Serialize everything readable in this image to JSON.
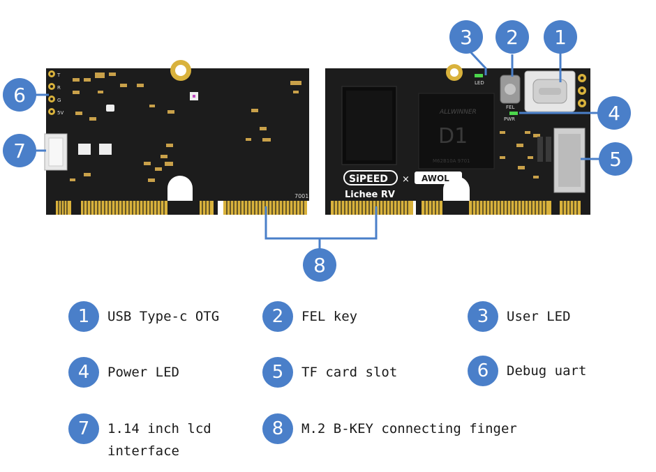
{
  "board": {
    "silkscreen": {
      "left_code": "7001",
      "brand_sipeed": "SiPEED",
      "cross": "×",
      "brand_awol": "AWOL",
      "product": "Lichee RV",
      "chip_brand": "ALLWINNER",
      "chip_model": "D1",
      "chip_code": "M62B10A   9701",
      "led": "LED",
      "fel": "FEL",
      "pwr": "PWR",
      "uart_t": "T",
      "uart_r": "R",
      "uart_g": "G",
      "uart_5v": "5V"
    },
    "callouts": [
      {
        "id": "1"
      },
      {
        "id": "2"
      },
      {
        "id": "3"
      },
      {
        "id": "4"
      },
      {
        "id": "5"
      },
      {
        "id": "6"
      },
      {
        "id": "7"
      },
      {
        "id": "8"
      }
    ]
  },
  "legend": [
    {
      "num": "1",
      "label": "USB Type-c OTG"
    },
    {
      "num": "2",
      "label": "FEL key"
    },
    {
      "num": "3",
      "label": "User LED"
    },
    {
      "num": "4",
      "label": "Power LED"
    },
    {
      "num": "5",
      "label": "TF card slot"
    },
    {
      "num": "6",
      "label": "Debug uart"
    },
    {
      "num": "7",
      "label": "1.14 inch lcd\ninterface"
    },
    {
      "num": "8",
      "label": "M.2 B-KEY connecting finger"
    }
  ],
  "colors": {
    "callout": "#4a7fc9",
    "pcb": "#1c1c1c",
    "gold": "#d9b23c",
    "led_green": "#4cd64c"
  }
}
